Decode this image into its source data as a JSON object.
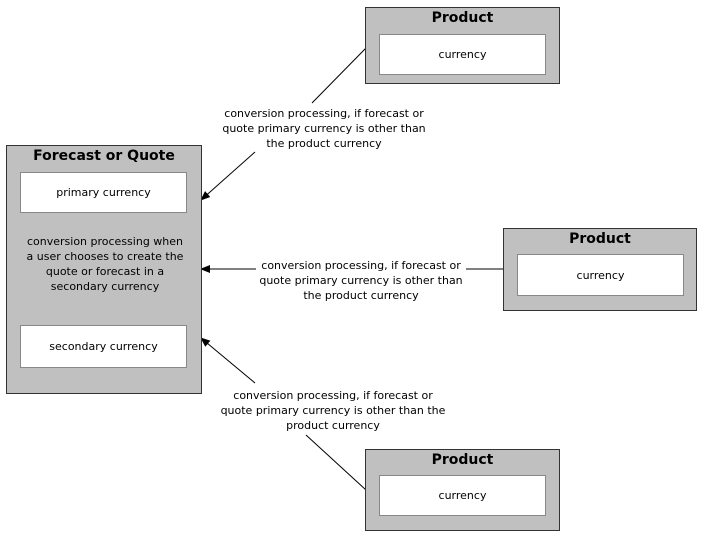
{
  "forecast_box": {
    "title": "Forecast or Quote",
    "primary_label": "primary currency",
    "secondary_label": "secondary currency",
    "internal_note": "conversion processing when a user chooses to create the quote or forecast in a secondary currency"
  },
  "product_top": {
    "title": "Product",
    "currency_label": "currency"
  },
  "product_middle": {
    "title": "Product",
    "currency_label": "currency"
  },
  "product_bottom": {
    "title": "Product",
    "currency_label": "currency"
  },
  "connector_notes": {
    "top": "conversion processing, if forecast or quote primary currency is other than the product currency",
    "middle": "conversion processing, if forecast or quote primary currency is other than the product currency",
    "bottom": "conversion processing, if forecast or quote primary currency is other than the product currency"
  }
}
